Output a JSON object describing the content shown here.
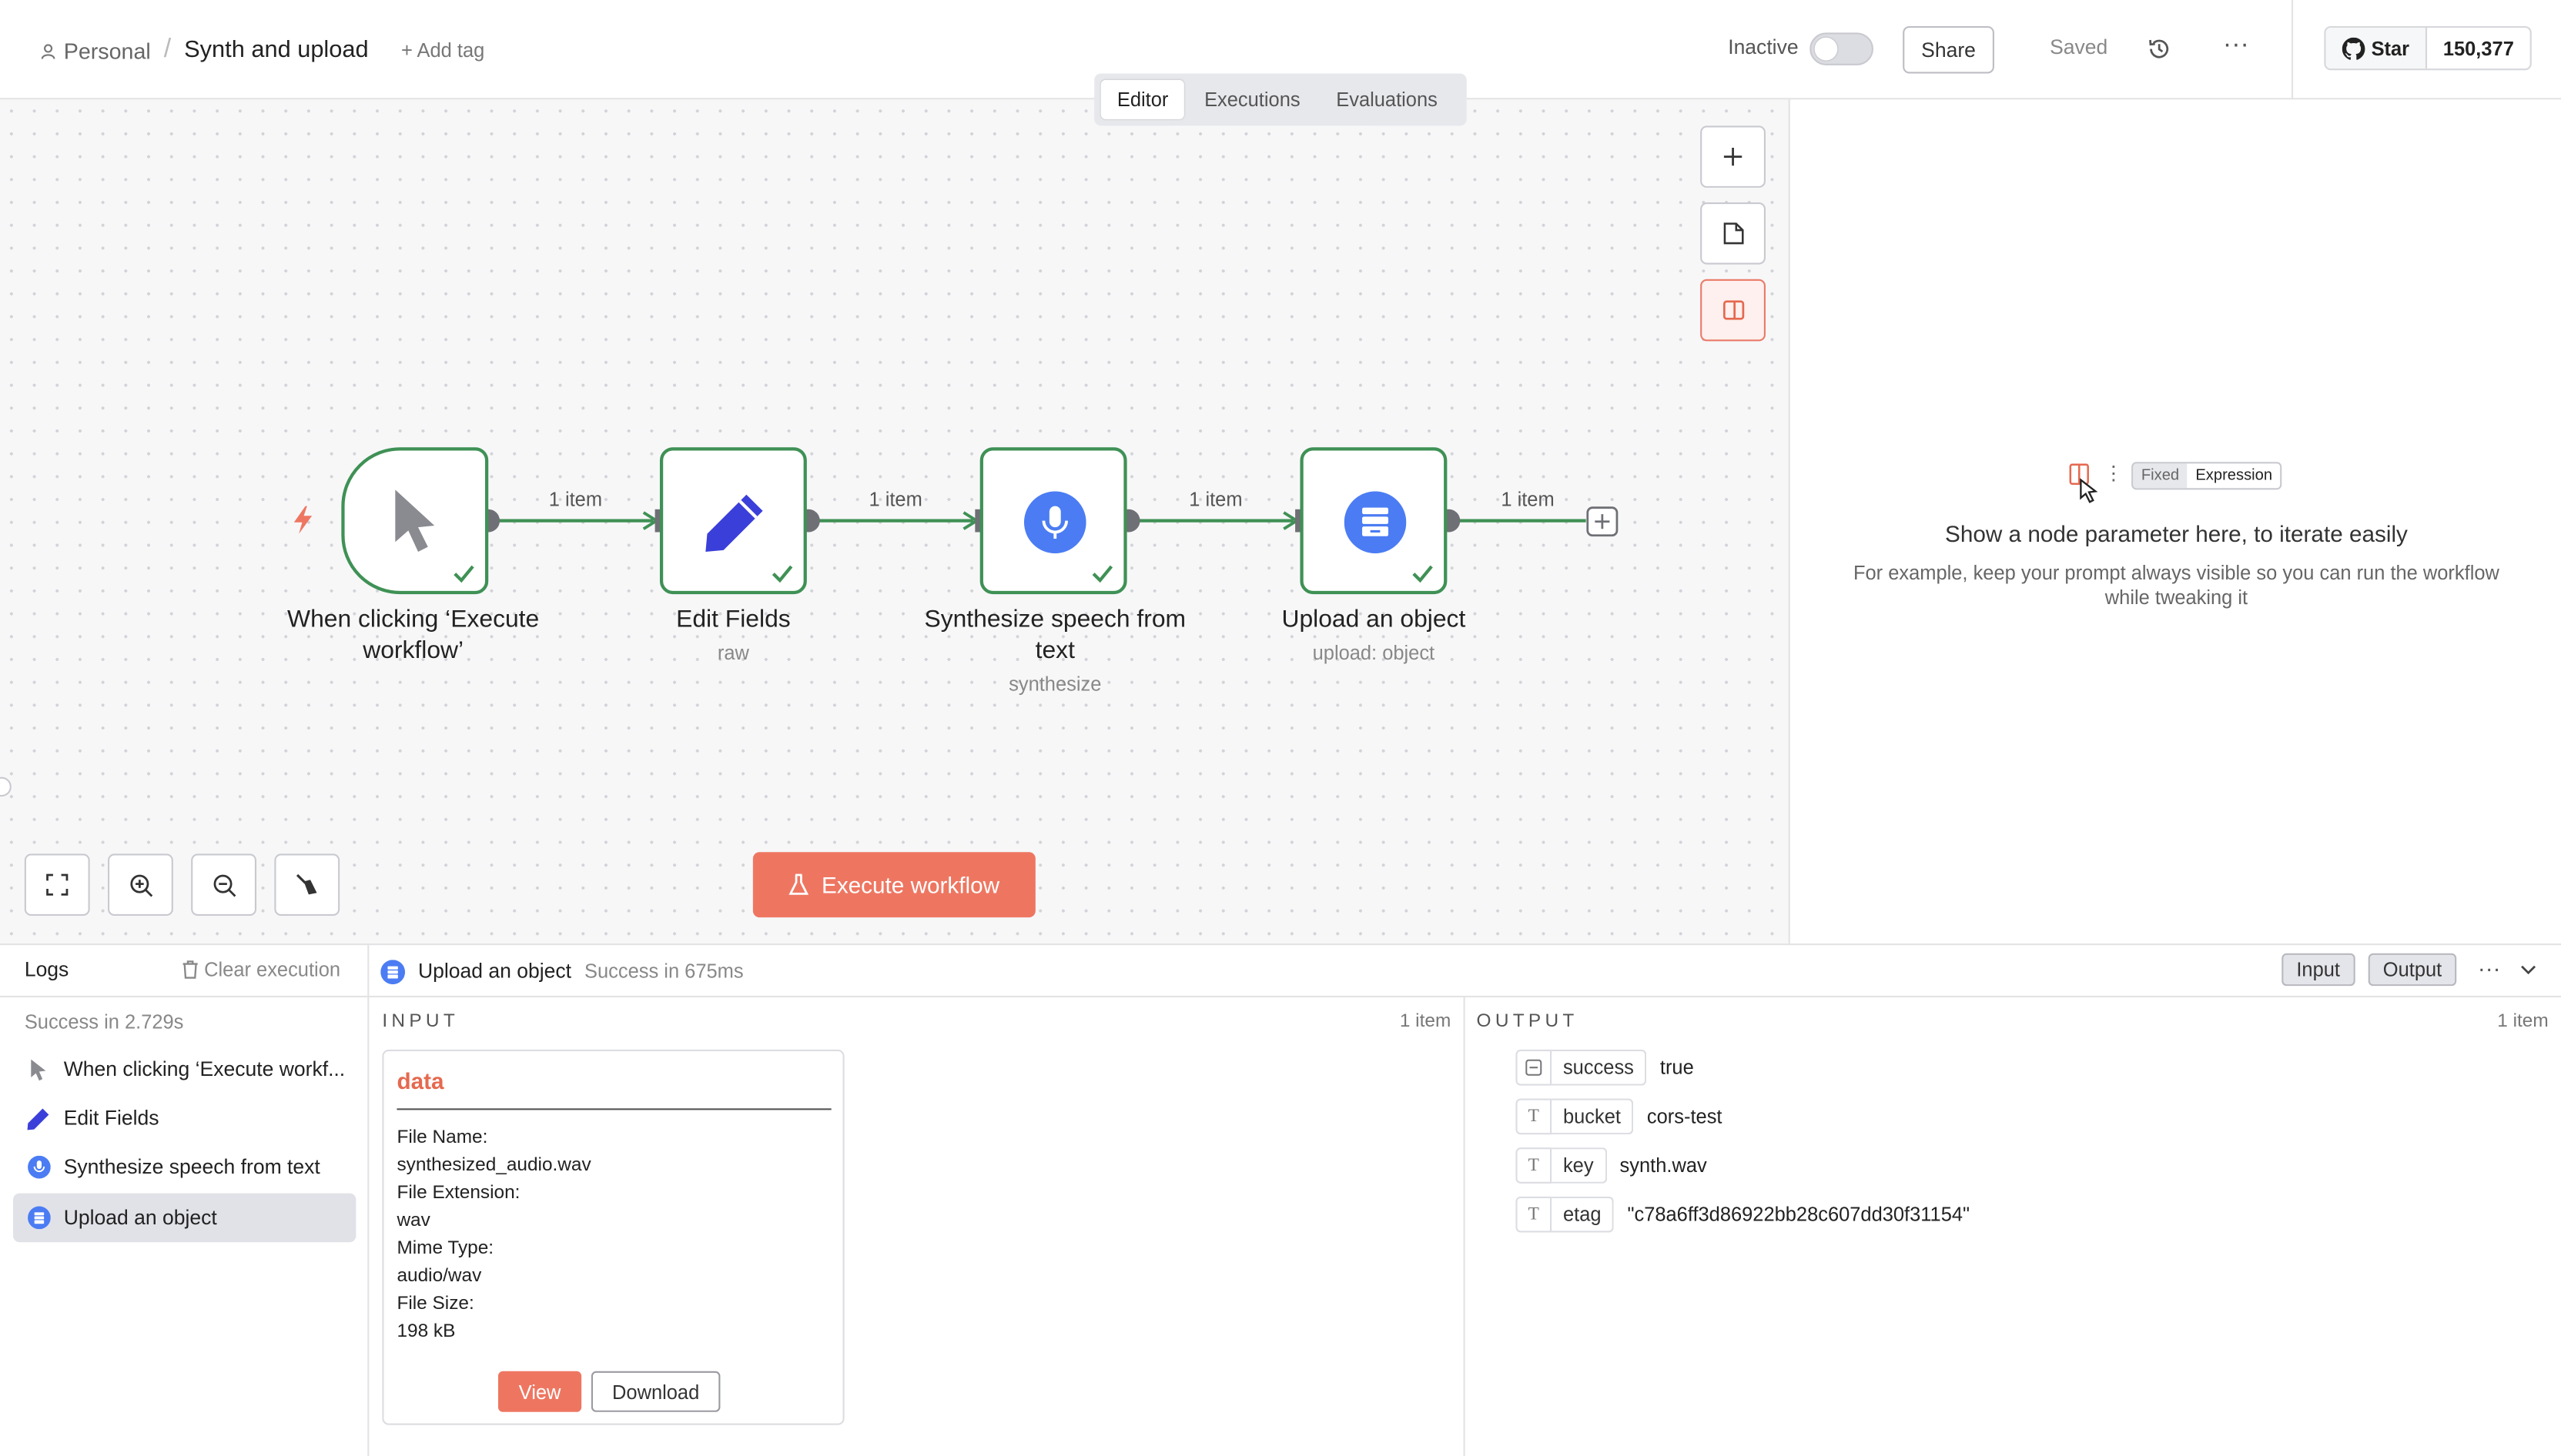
{
  "header": {
    "project": "Personal",
    "separator": "/",
    "workflow_title": "Synth and upload",
    "add_tag": "+ Add tag",
    "active_state_label": "Inactive",
    "share_label": "Share",
    "saved_label": "Saved",
    "more_label": "···",
    "github_star_label": "Star",
    "github_star_count": "150,377"
  },
  "tabs": [
    {
      "label": "Editor",
      "active": true
    },
    {
      "label": "Executions",
      "active": false
    },
    {
      "label": "Evaluations",
      "active": false
    }
  ],
  "canvas": {
    "nodes": [
      {
        "title": "When clicking ‘Execute workflow’",
        "subtitle": "",
        "icon": "cursor-icon"
      },
      {
        "title": "Edit Fields",
        "subtitle": "raw",
        "icon": "pencil-icon"
      },
      {
        "title": "Synthesize speech from text",
        "subtitle": "synthesize",
        "icon": "microphone-icon"
      },
      {
        "title": "Upload an object",
        "subtitle": "upload: object",
        "icon": "storage-box-icon"
      }
    ],
    "edge_labels": [
      "1 item",
      "1 item",
      "1 item",
      "1 item"
    ],
    "execute_label": "Execute workflow",
    "colors": {
      "success": "#3f9155",
      "accent": "#ee7661",
      "node_blue": "#4b7cf3",
      "pencil_blue": "#3b3fd9"
    }
  },
  "right_panel": {
    "fixed_label": "Fixed",
    "expression_label": "Expression",
    "title": "Show a node parameter here, to iterate easily",
    "description": "For example, keep your prompt always visible so you can run the workflow while tweaking it"
  },
  "logs": {
    "title": "Logs",
    "clear_label": "Clear execution",
    "summary": "Success in 2.729s",
    "items": [
      {
        "label": "When clicking ‘Execute workf...",
        "icon": "cursor-icon",
        "selected": false
      },
      {
        "label": "Edit Fields",
        "icon": "pencil-icon",
        "selected": false
      },
      {
        "label": "Synthesize speech from text",
        "icon": "microphone-icon",
        "selected": false
      },
      {
        "label": "Upload an object",
        "icon": "storage-box-icon",
        "selected": true
      }
    ],
    "selected_node": "Upload an object",
    "selected_status": "Success in 675ms",
    "input_toggle": "Input",
    "output_toggle": "Output",
    "input": {
      "label": "INPUT",
      "count": "1 item",
      "binary_title": "data",
      "fields": [
        {
          "key": "File Name:",
          "value": "synthesized_audio.wav"
        },
        {
          "key": "File Extension:",
          "value": "wav"
        },
        {
          "key": "Mime Type:",
          "value": "audio/wav"
        },
        {
          "key": "File Size:",
          "value": "198 kB"
        }
      ],
      "view_label": "View",
      "download_label": "Download"
    },
    "output": {
      "label": "OUTPUT",
      "count": "1 item",
      "rows": [
        {
          "type": "boolean",
          "key": "success",
          "value": "true"
        },
        {
          "type": "string",
          "key": "bucket",
          "value": "cors-test"
        },
        {
          "type": "string",
          "key": "key",
          "value": "synth.wav"
        },
        {
          "type": "string",
          "key": "etag",
          "value": "\"c78a6ff3d86922bb28c607dd30f31154\""
        }
      ]
    }
  }
}
